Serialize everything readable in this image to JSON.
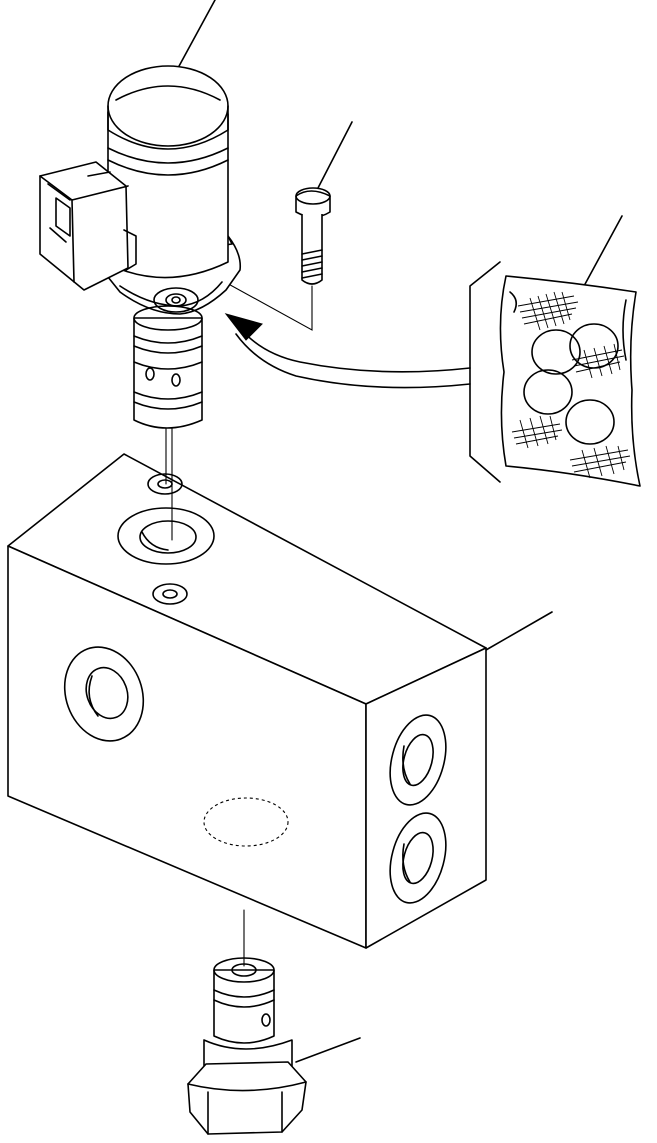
{
  "diagram": {
    "parts": [
      {
        "id": "solenoid-coil",
        "label": ""
      },
      {
        "id": "mounting-bolt",
        "label": ""
      },
      {
        "id": "seal-kit-bag",
        "label": ""
      },
      {
        "id": "valve-body",
        "label": ""
      },
      {
        "id": "relief-cartridge",
        "label": ""
      }
    ]
  }
}
